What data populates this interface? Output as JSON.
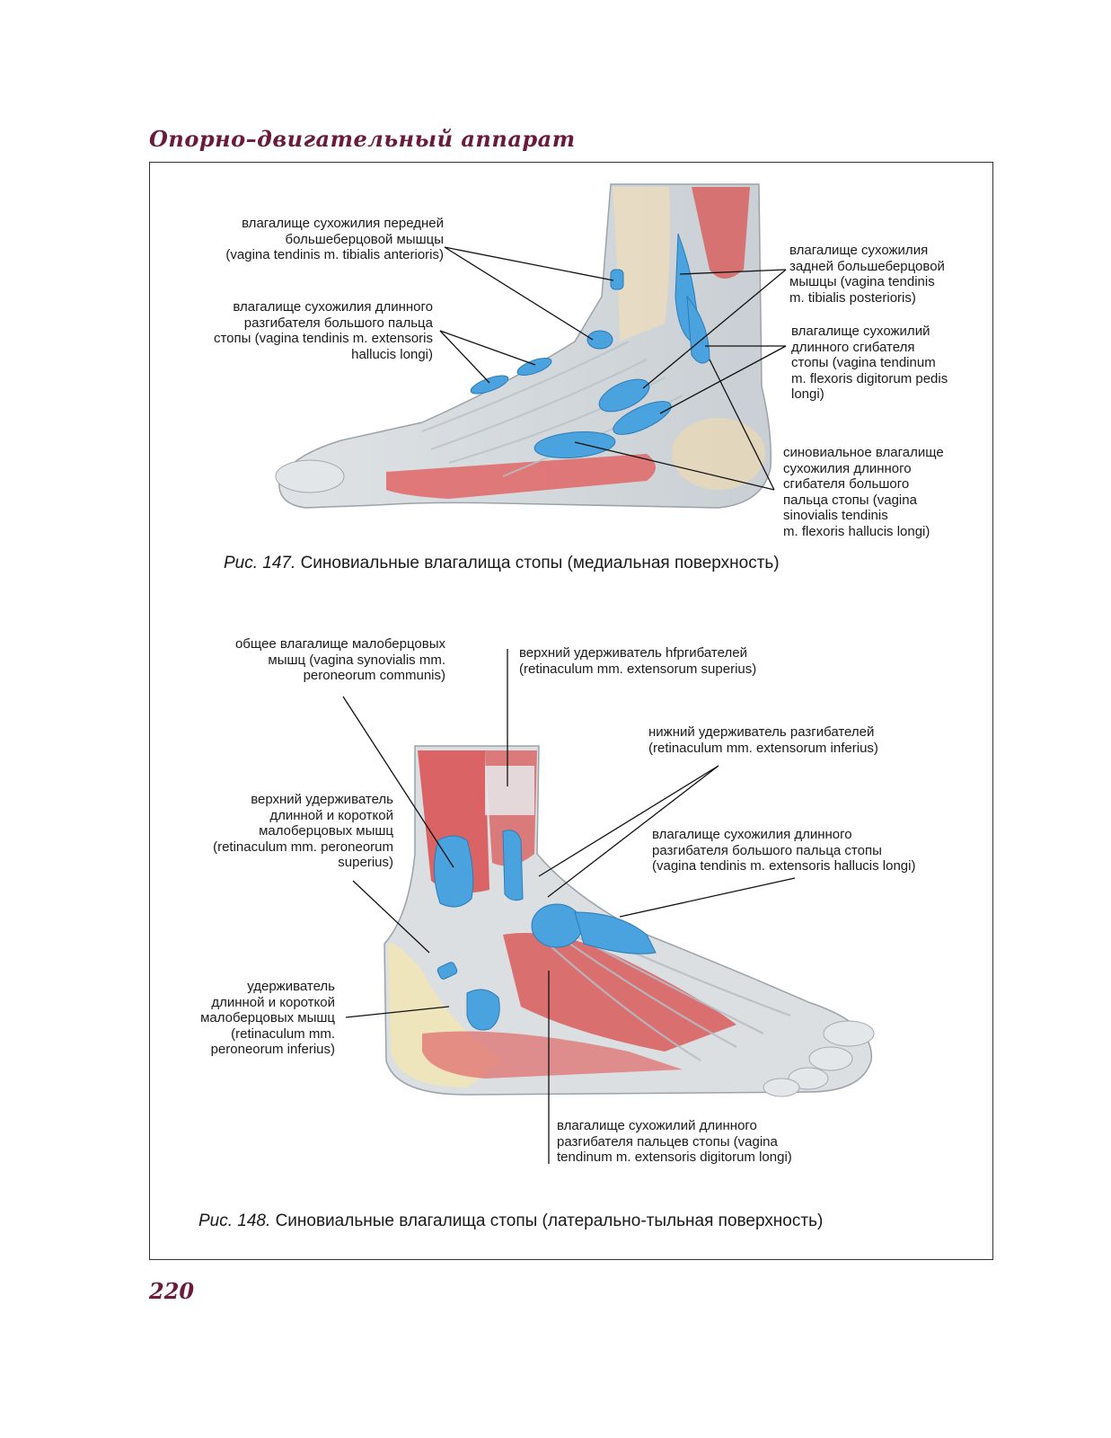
{
  "header": {
    "section_title": "Опорно–двигательный аппарат"
  },
  "page_number": "220",
  "figure147": {
    "caption_number": "Рис. 147.",
    "caption_text": "Синовиальные влагалища стопы (медиальная поверхность)",
    "labels": {
      "tibialis_anterior": "влагалище сухожилия передней\nбольшеберцовой мышцы\n(vagina tendinis m. tibialis anterioris)",
      "extensor_hallucis": "влагалище сухожилия длинного\nразгибателя большого пальца\nстопы (vagina tendinis m. extensoris\nhallucis longi)",
      "tibialis_posterior": "влагалище сухожилия\nзадней большеберцовой\nмышцы (vagina tendinis\nm. tibialis posterioris)",
      "flexor_digitorum": "влагалище сухожилий\nдлинного сгибателя\nстопы (vagina tendinum\nm. flexoris digitorum pedis\nlongi)",
      "flexor_hallucis": "синовиальное влагалище\nсухожилия длинного\nсгибателя большого\nпальца стопы (vagina\nsinovialis tendinis\nm. flexoris hallucis longi)"
    }
  },
  "figure148": {
    "caption_number": "Рис. 148.",
    "caption_text": "Синовиальные влагалища стопы (латерально-тыльная поверхность)",
    "labels": {
      "peroneal_common": "общее влагалище малоберцовых\nмышц (vagina synovialis mm.\nperoneorum communis)",
      "extensor_superior": "верхний удерживатель hfргибателей\n(retinaculum mm. extensorum superius)",
      "extensor_inferior": "нижний удерживатель разгибателей\n(retinaculum mm. extensorum inferius)",
      "peroneal_superior": "верхний удерживатель\nдлинной и короткой\nмалоберцовых мышц\n(retinaculum mm. peroneorum\nsuperius)",
      "extensor_hallucis": "влагалище сухожилия длинного\nразгибателя большого пальца стопы\n(vagina tendinis m. extensoris hallucis longi)",
      "peroneal_inferior": "удерживатель\nдлинной и короткой\nмалоберцовых мышц\n(retinaculum mm.\nperoneorum inferius)",
      "extensor_digitorum": "влагалище сухожилий длинного\nразгибателя пальцев стопы (vagina\ntendinum m. extensoris digitorum longi)"
    }
  }
}
